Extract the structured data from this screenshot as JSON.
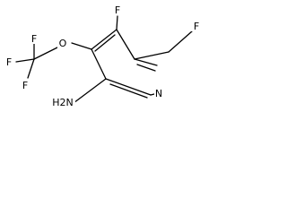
{
  "molecule": {
    "atoms": {
      "n_ring": "N",
      "f_ring": "F",
      "f_methyl": "F",
      "o_ether": "O",
      "f_cf3_a": "F",
      "f_cf3_b": "F",
      "f_cf3_c": "F",
      "nh2": "H2N"
    }
  },
  "colors": {
    "bond": "#000000",
    "label": "#000000",
    "background": "#ffffff"
  }
}
